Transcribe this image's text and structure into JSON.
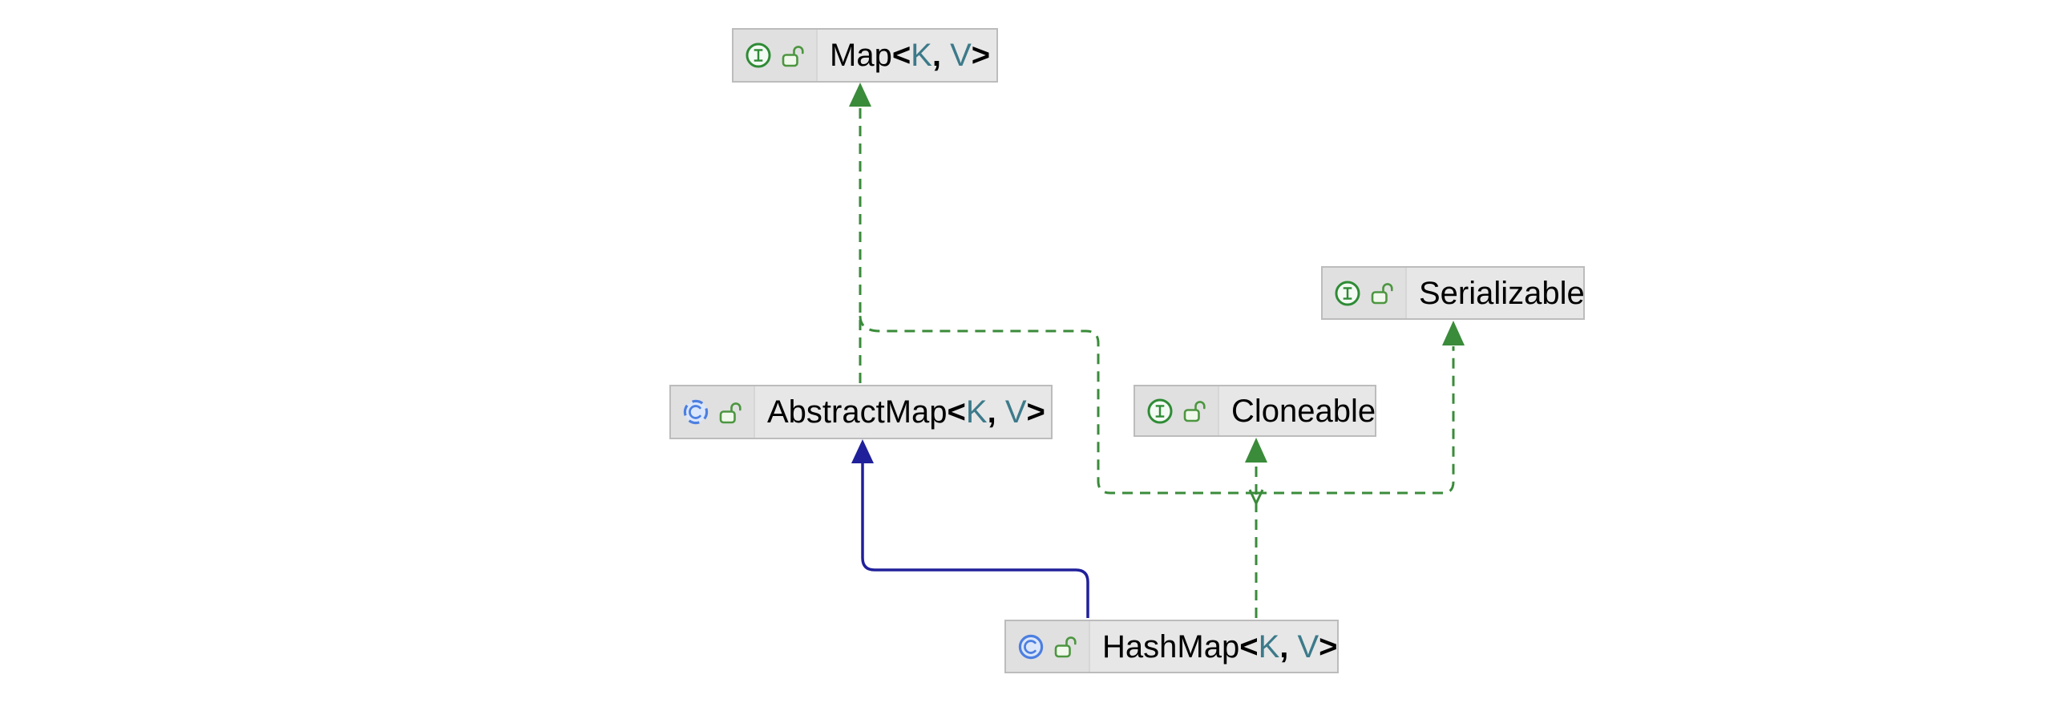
{
  "diagram": {
    "kind": "uml-class-hierarchy",
    "background": "#ffffff",
    "nodes": {
      "map": {
        "name": "Map",
        "kind": "interface",
        "visibility": "public",
        "generics": {
          "open": "<",
          "k": "K",
          "sep": ", ",
          "v": "V",
          "close": ">"
        }
      },
      "serializable": {
        "name": "Serializable",
        "kind": "interface",
        "visibility": "public"
      },
      "abstractmap": {
        "name": "AbstractMap",
        "kind": "abstract-class",
        "visibility": "public",
        "generics": {
          "open": "<",
          "k": "K",
          "sep": ", ",
          "v": "V",
          "close": ">"
        }
      },
      "cloneable": {
        "name": "Cloneable",
        "kind": "interface",
        "visibility": "public"
      },
      "hashmap": {
        "name": "HashMap",
        "kind": "class",
        "visibility": "public",
        "generics": {
          "open": "<",
          "k": "K",
          "sep": ", ",
          "v": "V",
          "close": ">"
        }
      }
    },
    "edges": [
      {
        "from": "AbstractMap",
        "to": "Map",
        "relation": "implements",
        "style": "dashed",
        "color": "#3a8b3a"
      },
      {
        "from": "HashMap",
        "to": "AbstractMap",
        "relation": "extends",
        "style": "solid",
        "color": "#20209b"
      },
      {
        "from": "HashMap",
        "to": "Map",
        "relation": "implements",
        "style": "dashed",
        "color": "#3a8b3a"
      },
      {
        "from": "HashMap",
        "to": "Cloneable",
        "relation": "implements",
        "style": "dashed",
        "color": "#3a8b3a"
      },
      {
        "from": "HashMap",
        "to": "Serializable",
        "relation": "implements",
        "style": "dashed",
        "color": "#3a8b3a"
      }
    ],
    "colors": {
      "implements_green": "#3a8b3a",
      "extends_navy": "#20209b",
      "node_fill": "#e7e7e7",
      "node_icon_strip_fill": "#e0e0e0",
      "node_border": "#bcbcbc",
      "type_param_teal": "#3c7a8a",
      "interface_icon_green": "#2e8b35",
      "class_icon_blue": "#4d7fe0",
      "lock_icon_green": "#4c9640",
      "name_text": "#000000"
    },
    "icons": {
      "interface": "interface-icon",
      "class": "class-icon",
      "abstract_class": "abstract-class-icon",
      "visibility_public": "public-unlock-icon"
    }
  }
}
